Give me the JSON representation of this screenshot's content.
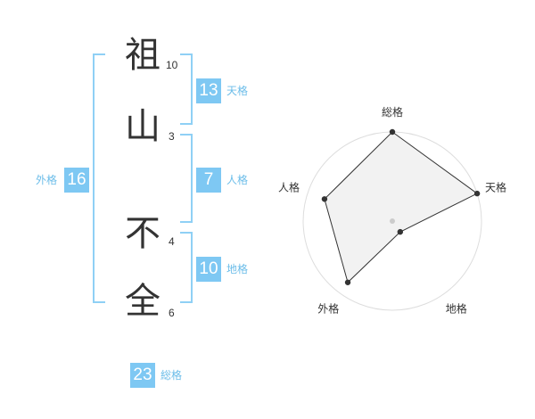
{
  "name": {
    "characters": [
      {
        "char": "祖",
        "strokes": "10"
      },
      {
        "char": "山",
        "strokes": "3"
      },
      {
        "char": "不",
        "strokes": "4"
      },
      {
        "char": "全",
        "strokes": "6"
      }
    ]
  },
  "fortunes": {
    "tenkaku": {
      "value": "13",
      "label": "天格"
    },
    "jinkaku": {
      "value": "7",
      "label": "人格"
    },
    "chikaku": {
      "value": "10",
      "label": "地格"
    },
    "gaikaku": {
      "value": "16",
      "label": "外格"
    },
    "soukaku": {
      "value": "23",
      "label": "総格"
    }
  },
  "chart_data": {
    "type": "radar",
    "axes": [
      "総格",
      "天格",
      "地格",
      "外格",
      "人格"
    ],
    "values": [
      1.0,
      1.0,
      0.15,
      0.85,
      0.8
    ],
    "rings": 5,
    "colors": {
      "fill": "#eeeeee",
      "line": "#333333",
      "grid": "#dddddd",
      "point": "#333333"
    }
  },
  "colors": {
    "accent": "#7ec8f3",
    "bracket": "#8fd0f5",
    "label": "#6cbde9"
  }
}
